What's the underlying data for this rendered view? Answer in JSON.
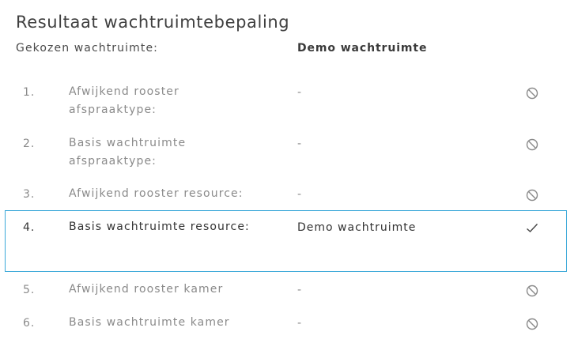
{
  "header": {
    "title": "Resultaat wachtruimtebepaling",
    "chosen_label": "Gekozen wachtruimte:",
    "chosen_value": "Demo wachtruimte"
  },
  "rows": [
    {
      "number": "1.",
      "label": "Afwijkend rooster afspraaktype:",
      "value": "-",
      "status_icon": "blocked-icon"
    },
    {
      "number": "2.",
      "label": "Basis wachtruimte afspraaktype:",
      "value": "-",
      "status_icon": "blocked-icon"
    },
    {
      "number": "3.",
      "label": "Afwijkend rooster resource:",
      "value": "-",
      "status_icon": "blocked-icon"
    },
    {
      "number": "4.",
      "label": "Basis wachtruimte resource:",
      "value": "Demo wachtruimte",
      "status_icon": "checkmark-icon"
    },
    {
      "number": "5.",
      "label": "Afwijkend rooster kamer",
      "value": "-",
      "status_icon": "blocked-icon"
    },
    {
      "number": "6.",
      "label": "Basis wachtruimte kamer",
      "value": "-",
      "status_icon": "blocked-icon"
    }
  ],
  "colors": {
    "highlight_border": "#3aa8d8",
    "muted_text": "#8a8a8a",
    "active_text": "#333333"
  }
}
